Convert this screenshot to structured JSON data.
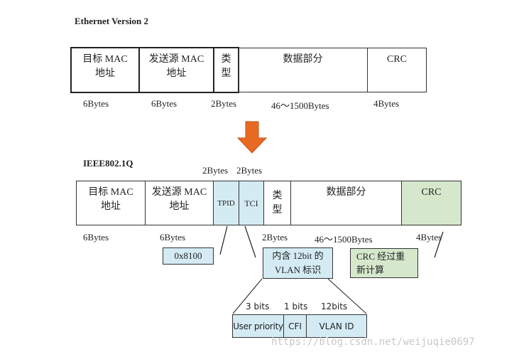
{
  "eth2": {
    "title": "Ethernet Version 2",
    "fields": [
      "目标 MAC 地址",
      "发送源 MAC 地址",
      "类型",
      "数据部分",
      "CRC"
    ],
    "sizes": [
      "6Bytes",
      "6Bytes",
      "2Bytes",
      "46～1500Bytes",
      "4Bytes"
    ]
  },
  "q": {
    "title": "IEEE802.1Q",
    "tag_sizes": [
      "2Bytes",
      "2Bytes"
    ],
    "fields": [
      "目标 MAC 地址",
      "发送源 MAC 地址",
      "TPID",
      "TCI",
      "类型",
      "数据部分",
      "CRC"
    ],
    "sizes": [
      "6Bytes",
      "6Bytes",
      "2Bytes",
      "46～1500Bytes",
      "4Bytes"
    ]
  },
  "callouts": {
    "tpid": "0x8100",
    "tci": "内含 12bit 的 VLAN 标识",
    "crc": "CRC 经过重新计算"
  },
  "tci_detail": {
    "bits": [
      "3 bits",
      "1 bits",
      "12bits"
    ],
    "fields": [
      "User priority",
      "CFI",
      "VLAN ID"
    ]
  },
  "watermark": "https://blog.csdn.net/weijuqie0697",
  "colors": {
    "arrow": "#e86a22",
    "tag": "#d4ebf4",
    "crc": "#d5e8cc"
  }
}
